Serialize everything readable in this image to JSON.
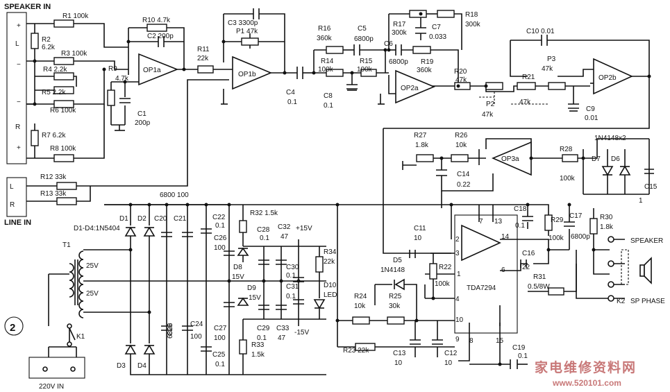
{
  "labels": {
    "speaker_in": "SPEAKER IN",
    "line_in": "LINE IN",
    "plus1": "+",
    "L": "L",
    "minus1": "−",
    "minus2": "−",
    "R": "R",
    "plus2": "+",
    "L2": "L",
    "R2": "R",
    "speaker_out": "SPEAKER",
    "sp_phase": "SP PHASE",
    "k2": "K2",
    "mains": "220V IN",
    "figure_no": "2",
    "k1": "K1",
    "t1": "T1",
    "v25a": "25V",
    "v25b": "25V",
    "d1d4": "D1-D4:1N5404",
    "d1": "D1",
    "d2": "D2",
    "d3": "D3",
    "d4": "D4",
    "c_top": "6800  100",
    "plus15": "+15V",
    "minus15": "-15V",
    "d10": "D10",
    "led": "LED",
    "d5": "D5",
    "d5v": "1N4148",
    "d67": "1N4148x2",
    "d7": "D7",
    "d6": "D6",
    "ic": "TDA7294",
    "pins": [
      "7",
      "13",
      "2",
      "14",
      "3",
      "6",
      "4",
      "10",
      "9",
      "8",
      "15",
      "1"
    ]
  },
  "components": {
    "R1": "R1 100k",
    "R2": "R2",
    "R2v": "6.2k",
    "R3": "R3 100k",
    "R4": "R4 2.2k",
    "R5": "R5 2.2k",
    "R6": "R6 100k",
    "R7": "R7 6.2k",
    "R8": "R8 100k",
    "R9": "R9",
    "R9v": "4.7k",
    "C1": "C1",
    "C1v": "200p",
    "R10": "R10 4.7k",
    "C2": "C2 200p",
    "OP1a": "OP1a",
    "R11": "R11",
    "R11v": "22k",
    "OP1b": "OP1b",
    "C3": "C3 3300p",
    "P1": "P1 47k",
    "R12": "R12 33k",
    "R13": "R13 33k",
    "C4": "C4",
    "C4v": "0.1",
    "R16": "R16",
    "R16v": "360k",
    "C5": "C5",
    "C5v": "6800p",
    "R14": "R14",
    "R14v": "100k",
    "R15": "R15",
    "R15v": "100k",
    "C8": "C8",
    "C8v": "0.1",
    "C6": "C6",
    "C6v": "6800p",
    "R17": "R17",
    "R17v": "300k",
    "C7": "C7",
    "C7v": "0.033",
    "R18": "R18",
    "R18v": "300k",
    "R19": "R19",
    "R19v": "360k",
    "OP2a": "OP2a",
    "R20": "R20",
    "R20v": "47k",
    "C10": "C10  0.01",
    "P3": "P3",
    "P3v": "47k",
    "R21": "R21",
    "R21v": "47k",
    "P2": "P2",
    "P2v": "47k",
    "C9": "C9",
    "C9v": "0.01",
    "OP2b": "OP2b",
    "R27": "R27",
    "R27v": "1.8k",
    "R26": "R26",
    "R26v": "10k",
    "C14": "C14",
    "C14v": "0.22",
    "OP3a": "OP3a",
    "R28": "R28",
    "R28v": "100k",
    "C15": "C15",
    "C15v": "1",
    "C18": "C18",
    "C18v": "0.1",
    "R29": "R29",
    "R29v": "100k",
    "C17": "C17",
    "C17v": "6800p",
    "R30": "R30",
    "R30v": "1.8k",
    "C11": "C11",
    "C11v": "10",
    "R22": "R22",
    "R22v": "100k",
    "C16": "C16",
    "C16v": "22",
    "R31": "R31",
    "R31v": "0.5/8W",
    "R24": "R24",
    "R24v": "10k",
    "R25": "R25",
    "R25v": "30k",
    "R23": "R23  22k",
    "C13": "C13",
    "C13v": "10",
    "C12": "C12",
    "C12v": "10",
    "C19": "C19",
    "C19v": "0.1",
    "C20": "C20",
    "C21": "C21",
    "C22": "C22",
    "C22v": "0.1",
    "C23": "C23",
    "C23v": "6800",
    "C24": "C24",
    "C24v": "100",
    "C25": "C25",
    "C25v": "0.1",
    "C26": "C26",
    "C26v": "100",
    "C27": "C27",
    "C27v": "100",
    "R32": "R32  1.5k",
    "R33": "R33",
    "R33v": "1.5k",
    "C28": "C28",
    "C28v": "0.1",
    "C29": "C29",
    "C29v": "0.1",
    "C32": "C32",
    "C32v": "47",
    "C33": "C33",
    "C33v": "47",
    "C30": "C30",
    "C30v": "0.1",
    "C31": "C31",
    "C31v": "0.1",
    "D8": "D8",
    "D8v": "15V",
    "D9": "D9",
    "D9v": "15V",
    "R34": "R34",
    "R34v": "22k"
  },
  "watermark": {
    "cn": "家电维修资料网",
    "url": "www.520101.com"
  }
}
